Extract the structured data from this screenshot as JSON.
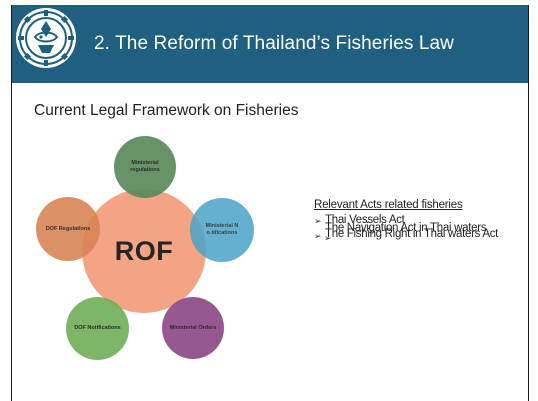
{
  "header": {
    "title": "2. The Reform of Thailand’s Fisheries Law",
    "background": "#1f5f7f"
  },
  "subtitle": "Current Legal Framework on Fisheries",
  "diagram": {
    "center": {
      "label": "ROF",
      "color": "#f2a07e"
    },
    "nodes": [
      {
        "key": "ministerial_regulations",
        "label": "Ministerial regulations",
        "color": "#5b8a5b"
      },
      {
        "key": "ministerial_notifications",
        "label": "Ministerial N o tifications",
        "color": "#4aa3c8"
      },
      {
        "key": "ministerial_orders",
        "label": "Ministerial Orders",
        "color": "#8e4a88"
      },
      {
        "key": "dof_notifications",
        "label": "DOF Notifications",
        "color": "#72b05a"
      },
      {
        "key": "dof_regulations",
        "label": "DOF Regulations",
        "color": "#d98455"
      }
    ]
  },
  "acts": {
    "title": "Relevant Acts related fisheries",
    "items": [
      "Thai Vessels Act",
      "The Navigation Act in Thai waters",
      "The Fishing Right in Thai waters Act"
    ],
    "bullet_glyph": "➢"
  }
}
